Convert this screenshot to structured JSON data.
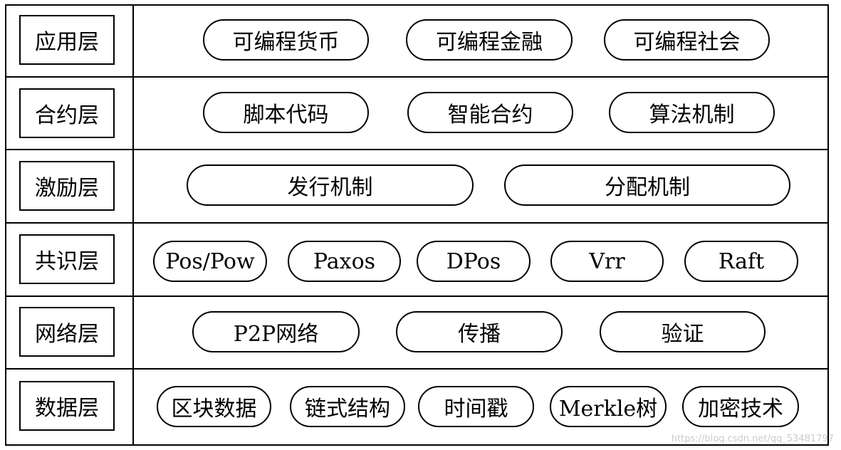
{
  "layers": [
    {
      "label": "应用层",
      "items": [
        "可编程货币",
        "可编程金融",
        "可编程社会"
      ]
    },
    {
      "label": "合约层",
      "items": [
        "脚本代码",
        "智能合约",
        "算法机制"
      ]
    },
    {
      "label": "激励层",
      "items": [
        "发行机制",
        "分配机制"
      ]
    },
    {
      "label": "共识层",
      "items": [
        "Pos/Pow",
        "Paxos",
        "DPos",
        "Vrr",
        "Raft"
      ]
    },
    {
      "label": "网络层",
      "items": [
        "P2P网络",
        "传播",
        "验证"
      ]
    },
    {
      "label": "数据层",
      "items": [
        "区块数据",
        "链式结构",
        "时间戳",
        "Merkle树",
        "加密技术"
      ]
    }
  ],
  "watermark": "https://blog.csdn.net/qq_53481797"
}
